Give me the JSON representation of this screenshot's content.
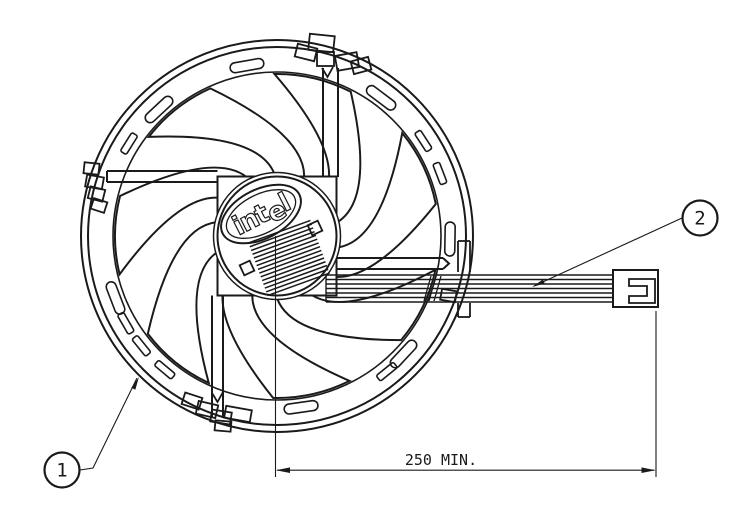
{
  "drawing": {
    "type": "technical-line-drawing",
    "subject": "intel-cpu-fan-top-view-with-cable",
    "background_color": "#ffffff",
    "line_color": "#1a1a1a",
    "hub_logo": {
      "seg_int": "int",
      "seg_e": "e",
      "seg_l": "l"
    },
    "dimension": {
      "label": "250 MIN."
    },
    "callout_1": {
      "label": "1"
    },
    "callout_2": {
      "label": "2"
    }
  }
}
